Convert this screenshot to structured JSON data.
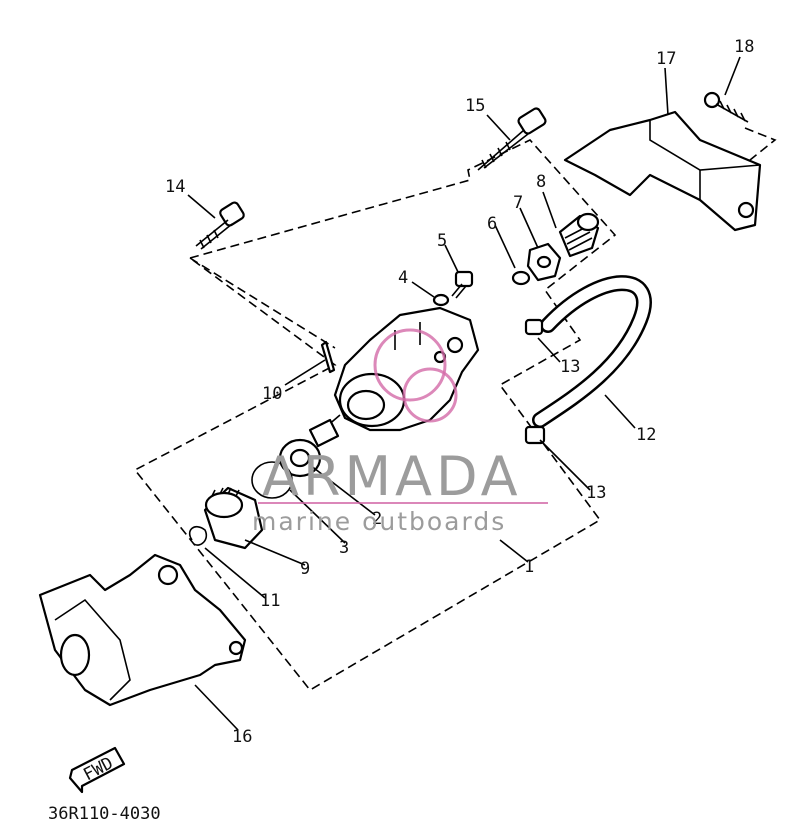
{
  "diagram": {
    "part_labels": [
      "1",
      "2",
      "3",
      "4",
      "5",
      "6",
      "7",
      "8",
      "9",
      "10",
      "11",
      "12",
      "13",
      "13",
      "14",
      "15",
      "16",
      "17",
      "18"
    ],
    "fwd_label": "FWD",
    "drawing_code": "36R110-4030"
  },
  "watermark": {
    "title": "ARMADA",
    "subtitle": "marine outboards",
    "accent_color": "#d36aa8",
    "text_color": "#9c9c9c"
  }
}
